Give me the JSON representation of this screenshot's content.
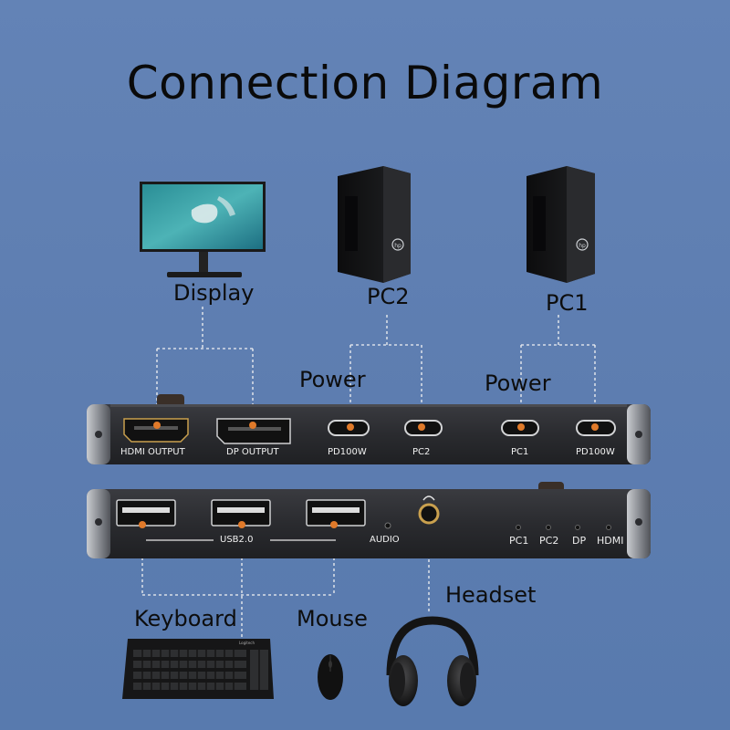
{
  "title": "Connection Diagram",
  "devices": {
    "display": "Display",
    "pc2": "PC2",
    "pc1": "PC1",
    "headset": "Headset",
    "keyboard": "Keyboard",
    "mouse": "Mouse",
    "power_left": "Power",
    "power_right": "Power",
    "pc_brand": "hp"
  },
  "back_panel": {
    "ports": [
      "HDMI OUTPUT",
      "DP OUTPUT",
      "PD100W",
      "PC2",
      "PC1",
      "PD100W"
    ]
  },
  "front_panel": {
    "usb": "USB2.0",
    "audio": "AUDIO",
    "indicators": [
      "PC1",
      "PC2",
      "DP",
      "HDMI"
    ]
  },
  "keyboard_brand": "Logitech",
  "colors": {
    "background": "#5f7fb1",
    "connector_dot": "#e07a2a",
    "line": "#f2f2f2",
    "panel": "#2b2c30"
  }
}
